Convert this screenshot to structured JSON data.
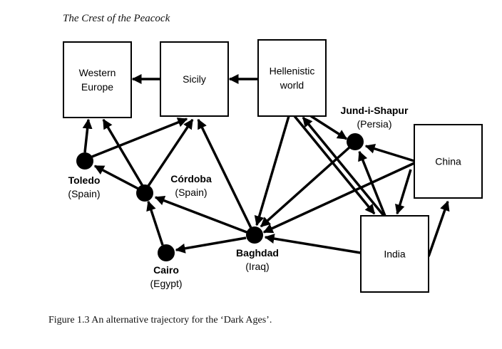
{
  "header": {
    "book_title": "The Crest of the Peacock"
  },
  "boxes": [
    {
      "id": "western-europe",
      "lines": [
        "Western",
        "Europe"
      ]
    },
    {
      "id": "sicily",
      "lines": [
        "Sicily"
      ]
    },
    {
      "id": "hellenistic",
      "lines": [
        "Hellenistic",
        "world"
      ]
    },
    {
      "id": "china",
      "lines": [
        "China"
      ]
    },
    {
      "id": "india",
      "lines": [
        "India"
      ]
    }
  ],
  "nodes": [
    {
      "id": "toledo",
      "name": "Toledo",
      "region": "(Spain)"
    },
    {
      "id": "cordoba",
      "name": "Córdoba",
      "region": "(Spain)"
    },
    {
      "id": "cairo",
      "name": "Cairo",
      "region": "(Egypt)"
    },
    {
      "id": "baghdad",
      "name": "Baghdad",
      "region": "(Iraq)"
    },
    {
      "id": "jund",
      "name": "Jund-i-Shapur",
      "region": "(Persia)"
    }
  ],
  "edges": [
    {
      "from": "sicily",
      "to": "western-europe"
    },
    {
      "from": "hellenistic",
      "to": "sicily"
    },
    {
      "from": "toledo",
      "to": "western-europe"
    },
    {
      "from": "toledo",
      "to": "sicily"
    },
    {
      "from": "cordoba",
      "to": "western-europe"
    },
    {
      "from": "cordoba",
      "to": "sicily"
    },
    {
      "from": "cordoba",
      "to": "toledo"
    },
    {
      "from": "cairo",
      "to": "cordoba"
    },
    {
      "from": "baghdad",
      "to": "cordoba"
    },
    {
      "from": "baghdad",
      "to": "cairo"
    },
    {
      "from": "baghdad",
      "to": "sicily"
    },
    {
      "from": "hellenistic",
      "to": "baghdad"
    },
    {
      "from": "hellenistic",
      "to": "jund"
    },
    {
      "from": "hellenistic",
      "to": "india"
    },
    {
      "from": "india",
      "to": "hellenistic"
    },
    {
      "from": "jund",
      "to": "baghdad"
    },
    {
      "from": "china",
      "to": "baghdad"
    },
    {
      "from": "india",
      "to": "baghdad"
    },
    {
      "from": "india",
      "to": "jund"
    },
    {
      "from": "china",
      "to": "jund"
    },
    {
      "from": "china",
      "to": "india"
    },
    {
      "from": "india",
      "to": "china"
    }
  ],
  "caption": "Figure 1.3  An alternative trajectory for the ‘Dark Ages’."
}
